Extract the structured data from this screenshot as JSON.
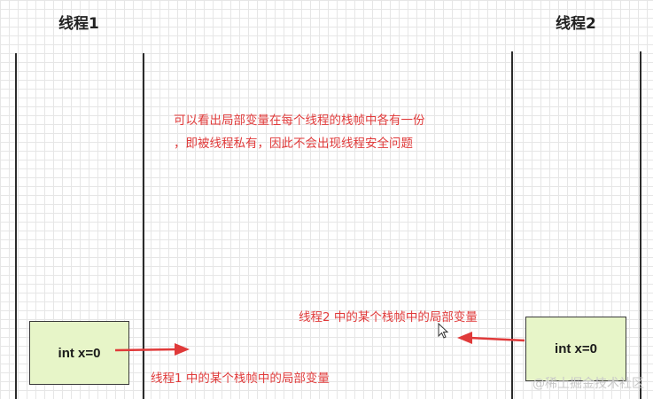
{
  "threads": {
    "thread1": {
      "title": "线程1",
      "variable": "int x=0",
      "label": "线程1 中的某个栈帧中的局部变量"
    },
    "thread2": {
      "title": "线程2",
      "variable": "int x=0",
      "label": "线程2 中的某个栈帧中的局部变量"
    }
  },
  "note": {
    "line1": "可以看出局部变量在每个线程的栈帧中各有一份",
    "line2": "，即被线程私有，因此不会出现线程安全问题"
  },
  "colors": {
    "accent": "#e03a3a",
    "box_fill": "#e7f5c8",
    "line": "#2b2b2b"
  },
  "watermark": "@稀土掘金技术社区"
}
